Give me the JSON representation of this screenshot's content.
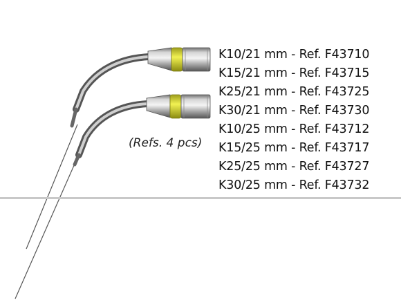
{
  "product": {
    "references": [
      "K10/21 mm - Ref. F43710",
      "K15/21 mm - Ref. F43715",
      "K25/21 mm - Ref. F43725",
      "K30/21 mm - Ref. F43730",
      "K10/25 mm - Ref. F43712",
      "K15/25 mm - Ref. F43717",
      "K25/25 mm - Ref. F43727",
      "K30/25 mm - Ref. F43732"
    ],
    "pack_note": "(Refs. 4 pcs)"
  },
  "image": {
    "subject": "two-endodontic-ultrasonic-file-tips-icon",
    "ring_color": "#e3e33a",
    "metal_color": "#9a9a9a"
  },
  "colors": {
    "text": "#111111",
    "divider": "#c8c8c8",
    "background": "#ffffff"
  }
}
